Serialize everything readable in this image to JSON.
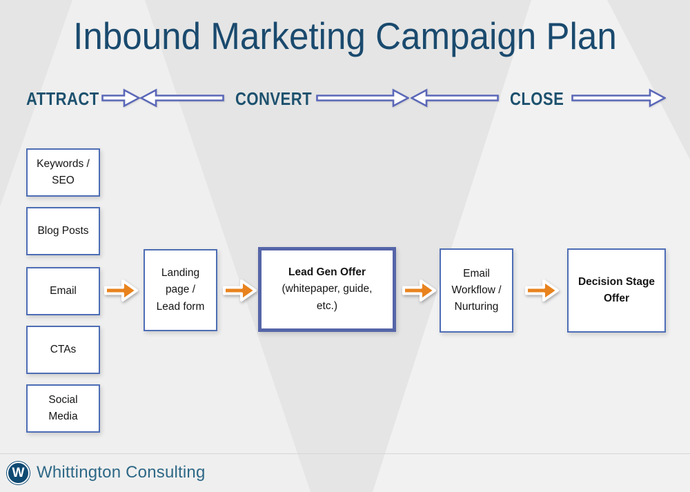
{
  "title": "Inbound Marketing Campaign Plan",
  "stages": {
    "attract": "ATTRACT",
    "convert": "CONVERT",
    "close": "CLOSE"
  },
  "attract_channels": [
    {
      "label": "Keywords /\nSEO"
    },
    {
      "label": "Blog Posts"
    },
    {
      "label": "Email"
    },
    {
      "label": "CTAs"
    },
    {
      "label": "Social\nMedia"
    }
  ],
  "flow": {
    "landing": {
      "label": "Landing\npage /\nLead form"
    },
    "lead_gen": {
      "title": "Lead Gen Offer",
      "subtitle": "(whitepaper, guide,\netc.)"
    },
    "email_workflow": {
      "label": "Email\nWorkflow /\nNurturing"
    },
    "decision": {
      "label": "Decision Stage\nOffer"
    }
  },
  "footer": {
    "brand": "Whittington Consulting",
    "logo_letter": "W"
  },
  "colors": {
    "title": "#1a4a6e",
    "stage_label": "#1d516e",
    "stage_arrow_outline": "#5b68b8",
    "box_border": "#4d6db5",
    "box_border_emphasis": "#5565a8",
    "flow_arrow": "#e8831e",
    "brand_text": "#2e6886"
  }
}
